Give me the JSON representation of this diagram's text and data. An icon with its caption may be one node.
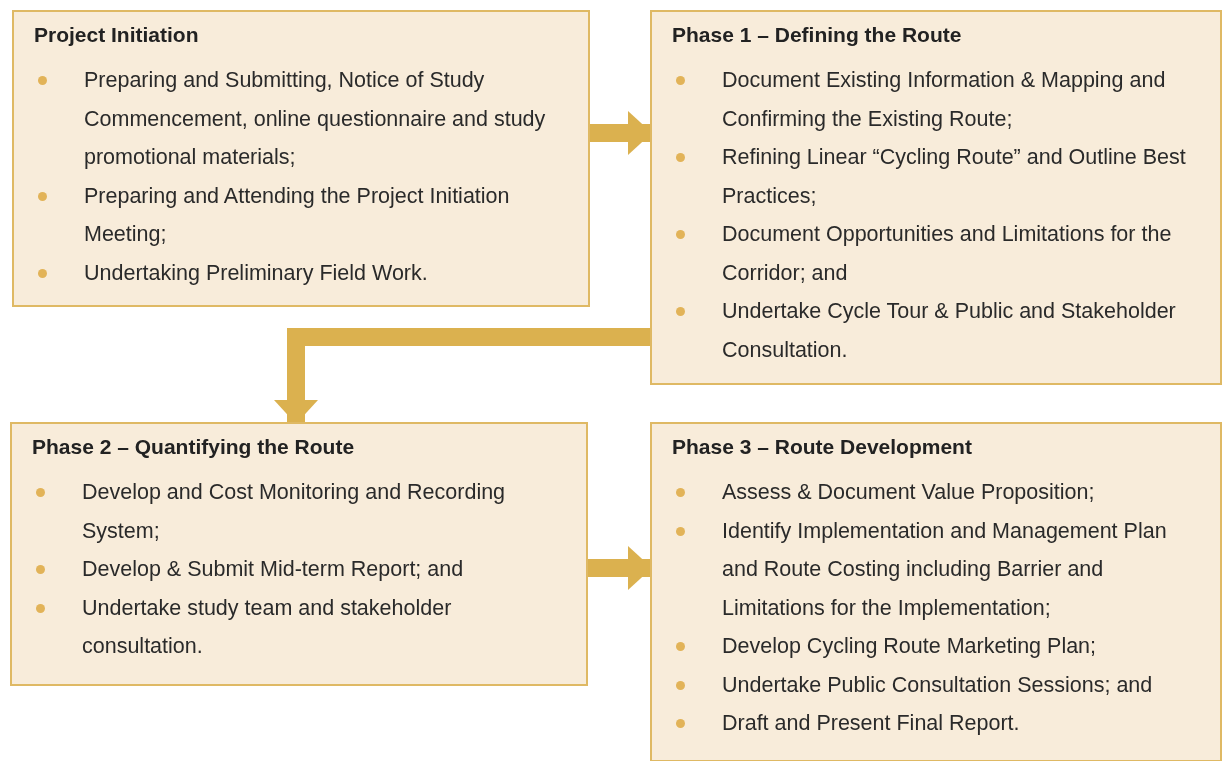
{
  "diagram": {
    "nodes": [
      {
        "text": [
          "Project Initiation",
          "Preparing and Submitting, Notice of Study Commencement, online questionnaire and study promotional materials;",
          "Preparing and Attending the Project Initiation Meeting;",
          "Undertaking Preliminary Field Work."
        ]
      },
      {
        "text": [
          "Phase 1 – Defining the Route",
          "Document Existing Information & Mapping and Confirming the Existing Route;",
          "Refining Linear “Cycling Route” and Outline Best Practices;",
          "Document Opportunities and Limitations for the Corridor; and",
          "Undertake Cycle Tour & Public and Stakeholder Consultation."
        ]
      },
      {
        "text": [
          "Phase 2 – Quantifying the Route",
          "Develop and Cost Monitoring and Recording System;",
          "Develop & Submit Mid-term Report; and",
          "Undertake study team and stakeholder consultation."
        ]
      },
      {
        "text": [
          "Phase 3 – Route Development",
          "Assess & Document Value Proposition;",
          "Identify Implementation and Management Plan and Route Costing including Barrier and Limitations for the Implementation;",
          "Develop Cycling Route Marketing Plan;",
          "Undertake Public Consultation Sessions; and",
          "Draft and Present Final Report."
        ]
      }
    ],
    "edges": [
      {
        "from": 0,
        "to": 1,
        "arrow": "to"
      },
      {
        "from": 1,
        "to": 2,
        "arrow": "to"
      },
      {
        "from": 2,
        "to": 3,
        "arrow": "to"
      }
    ]
  }
}
